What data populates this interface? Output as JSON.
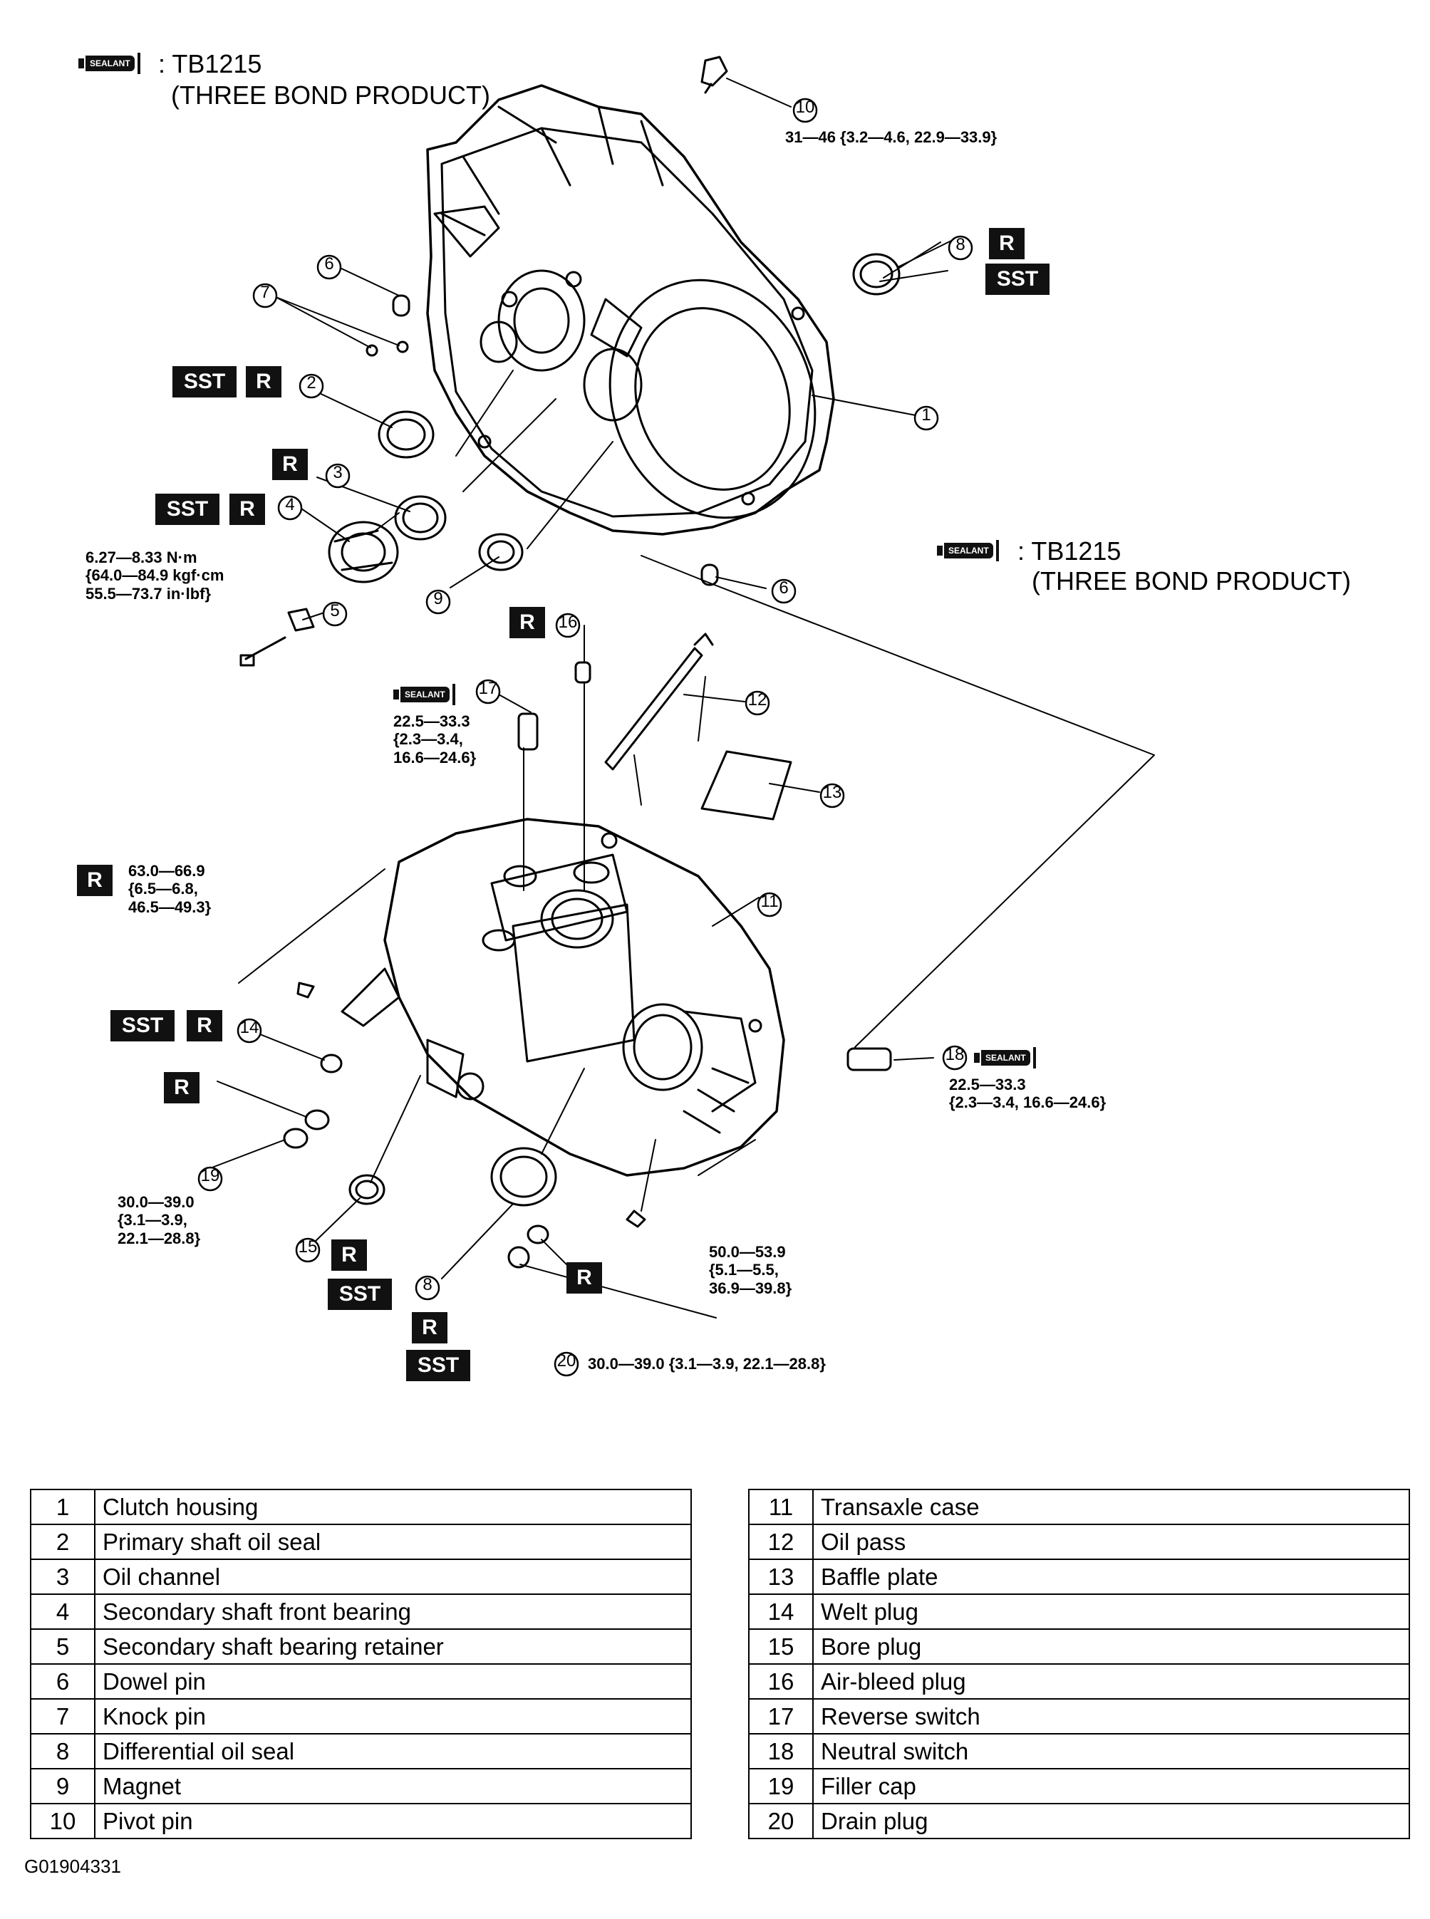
{
  "sealant_notes": [
    {
      "icon_text": "SEALANT",
      "text_line1": ": TB1215",
      "text_line2": "(THREE BOND PRODUCT)"
    },
    {
      "icon_text": "SEALANT",
      "text_line1": ": TB1215",
      "text_line2": "(THREE BOND PRODUCT)"
    }
  ],
  "callout_numbers": [
    "1",
    "2",
    "3",
    "4",
    "5",
    "6",
    "7",
    "8",
    "9",
    "10",
    "11",
    "12",
    "13",
    "14",
    "15",
    "16",
    "17",
    "18",
    "19",
    "20"
  ],
  "tag_labels": {
    "r": "R",
    "sst": "SST"
  },
  "torque_specs": {
    "t10": "31—46 {3.2—4.6, 22.9—33.9}",
    "t5_line1": "6.27—8.33 N·m",
    "t5_line2": "{64.0—84.9 kgf·cm",
    "t5_line3": "55.5—73.7 in·lbf}",
    "t17_line1": "22.5—33.3",
    "t17_line2": "{2.3—3.4,",
    "t17_line3": "16.6—24.6}",
    "tR_line1": "63.0—66.9",
    "tR_line2": "{6.5—6.8,",
    "tR_line3": "46.5—49.3}",
    "t18_line1": "22.5—33.3",
    "t18_line2": "{2.3—3.4, 16.6—24.6}",
    "t19_line1": "30.0—39.0",
    "t19_line2": "{3.1—3.9,",
    "t19_line3": "22.1—28.8}",
    "tBolt_line1": "50.0—53.9",
    "tBolt_line2": "{5.1—5.5,",
    "tBolt_line3": "36.9—39.8}",
    "t20": "30.0—39.0 {3.1—3.9, 22.1—28.8}"
  },
  "parts_left": [
    {
      "num": "1",
      "name": "Clutch housing"
    },
    {
      "num": "2",
      "name": "Primary shaft oil seal"
    },
    {
      "num": "3",
      "name": "Oil channel"
    },
    {
      "num": "4",
      "name": "Secondary shaft front bearing"
    },
    {
      "num": "5",
      "name": "Secondary shaft bearing retainer"
    },
    {
      "num": "6",
      "name": "Dowel pin"
    },
    {
      "num": "7",
      "name": "Knock pin"
    },
    {
      "num": "8",
      "name": "Differential oil seal"
    },
    {
      "num": "9",
      "name": "Magnet"
    },
    {
      "num": "10",
      "name": "Pivot pin"
    }
  ],
  "parts_right": [
    {
      "num": "11",
      "name": "Transaxle case"
    },
    {
      "num": "12",
      "name": "Oil pass"
    },
    {
      "num": "13",
      "name": "Baffle plate"
    },
    {
      "num": "14",
      "name": "Welt plug"
    },
    {
      "num": "15",
      "name": "Bore plug"
    },
    {
      "num": "16",
      "name": "Air-bleed plug"
    },
    {
      "num": "17",
      "name": "Reverse switch"
    },
    {
      "num": "18",
      "name": "Neutral switch"
    },
    {
      "num": "19",
      "name": "Filler cap"
    },
    {
      "num": "20",
      "name": "Drain plug"
    }
  ],
  "figure_code": "G01904331"
}
